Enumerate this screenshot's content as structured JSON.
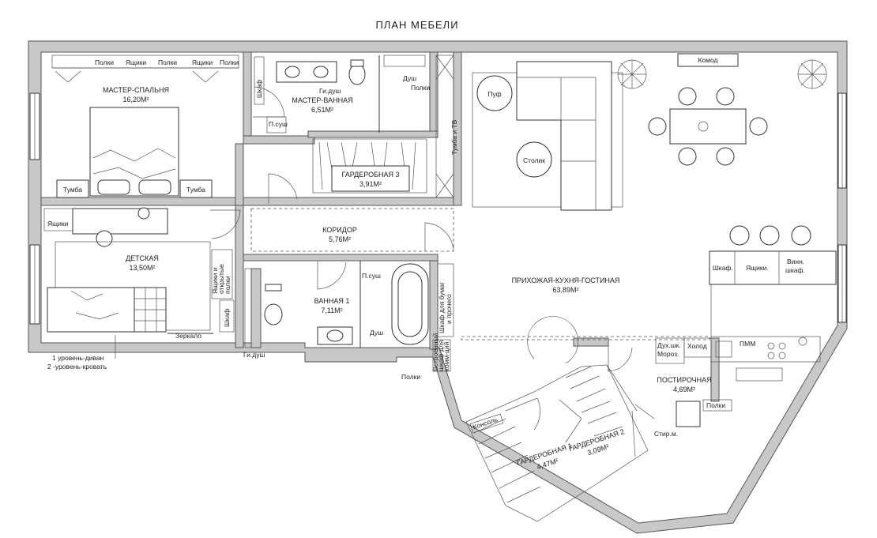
{
  "title": "ПЛАН МЕБЕЛИ",
  "rooms": {
    "master_bedroom": {
      "name": "МАСТЕР-СПАЛЬНЯ",
      "area": "16,20М²"
    },
    "master_bath": {
      "name": "МАСТЕР-ВАННАЯ",
      "area": "6,51М²"
    },
    "wardrobe3": {
      "name": "ГАРДЕРОБНАЯ 3",
      "area": "3,91М²"
    },
    "kids": {
      "name": "ДЕТСКАЯ",
      "area": "13,50М²"
    },
    "corridor": {
      "name": "КОРИДОР",
      "area": "5,76М²"
    },
    "bath1": {
      "name": "ВАННАЯ 1",
      "area": "7,11М²"
    },
    "living": {
      "name": "ПРИХОЖАЯ-КУХНЯ-ГОСТИНАЯ",
      "area": "63,89М²"
    },
    "laundry": {
      "name": "ПОСТИРОЧНАЯ",
      "area": "4,69М²"
    },
    "wardrobe1": {
      "name": "ГАРДЕРОБНАЯ 1",
      "area": "4,47М²"
    },
    "wardrobe2": {
      "name": "ГАРДЕРОБНАЯ 2",
      "area": "3,09М²"
    }
  },
  "labels": {
    "polki": "Полки",
    "yashchiki": "Ящики",
    "tumba": "Тумба",
    "shkaf": "Шкаф",
    "shkaf_dot": "Шкаф.",
    "gi_dush": "Ги.душ",
    "p_sush": "П.суш",
    "dush": "Душ",
    "tumba_tv": "Тумба и ТВ",
    "komod": "Комод",
    "puf": "Пуф",
    "stolik": "Столик",
    "yashchiki_dot": "Ящики.",
    "vinn_shkaf_1": "Винн.",
    "vinn_shkaf_2": "шкаф.",
    "kholod": "Холод",
    "pmm": "ПММ",
    "dukh_1": "Дух.шк.",
    "dukh_2": "Мороз.",
    "stir": "Стир.м.",
    "konsol": "Консоль",
    "zerkalo": "Зеркало",
    "yashchiki_otkr_1": "Ящики и",
    "yashchiki_otkr_2": "открытые",
    "yashchiki_otkr_3": "полки",
    "shkaf_bumag_1": "Шкаф для бумаг",
    "shkaf_bumag_2": "и прочего",
    "vstr_1": "Встроенный",
    "vstr_2": "шкаф для",
    "vstr_3": "комм-ций",
    "note_1": "1 уровень-диван",
    "note_2": "2 -уровень-кровать"
  },
  "colors": {
    "wall": "#c8c8c8",
    "line": "#333333",
    "floor": "#ffffff"
  }
}
